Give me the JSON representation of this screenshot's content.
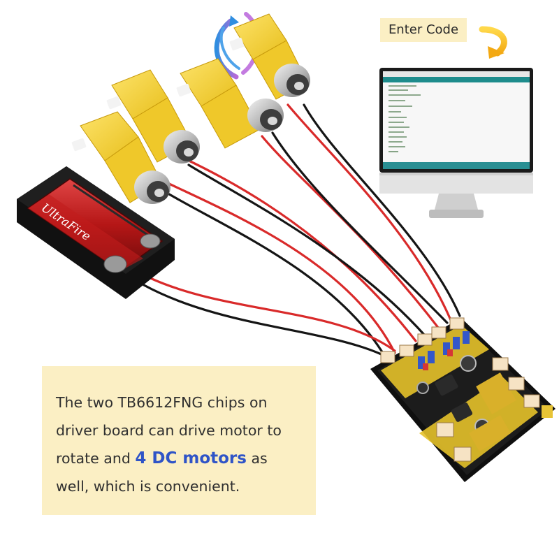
{
  "callout": {
    "text": "Enter Code"
  },
  "description": {
    "before": "The two TB6612FNG chips on driver board can drive motor to rotate and ",
    "highlight": "4 DC motors",
    "after": " as well, which is convenient."
  },
  "battery": {
    "brand_label": "UltraFire"
  },
  "colors": {
    "highlight": "#2f54c7",
    "panel_bg": "#fbefc4",
    "motor_yellow": "#f4d233",
    "wire_red": "#d92a2a",
    "wire_black": "#151515"
  }
}
